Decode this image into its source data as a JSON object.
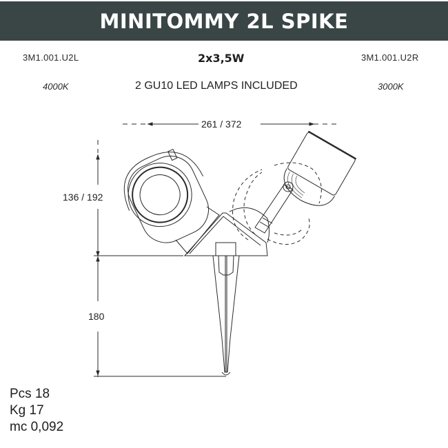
{
  "header": {
    "title": "MINITOMMY 2L SPIKE",
    "background": "#3a4646"
  },
  "specs": {
    "code_left": "3M1.001.U2L",
    "power": "2x3,5W",
    "code_right": "3M1.001.U2R",
    "temp_left": "4000K",
    "lamps": "2 GU10 LED LAMPS INCLUDED",
    "temp_right": "3000K"
  },
  "dimensions": {
    "width": "261 / 372",
    "head_height": "136 / 192",
    "spike_height": "180"
  },
  "packaging": {
    "pcs": "Pcs 18",
    "kg": "Kg 17",
    "mc": "mc 0,092"
  }
}
